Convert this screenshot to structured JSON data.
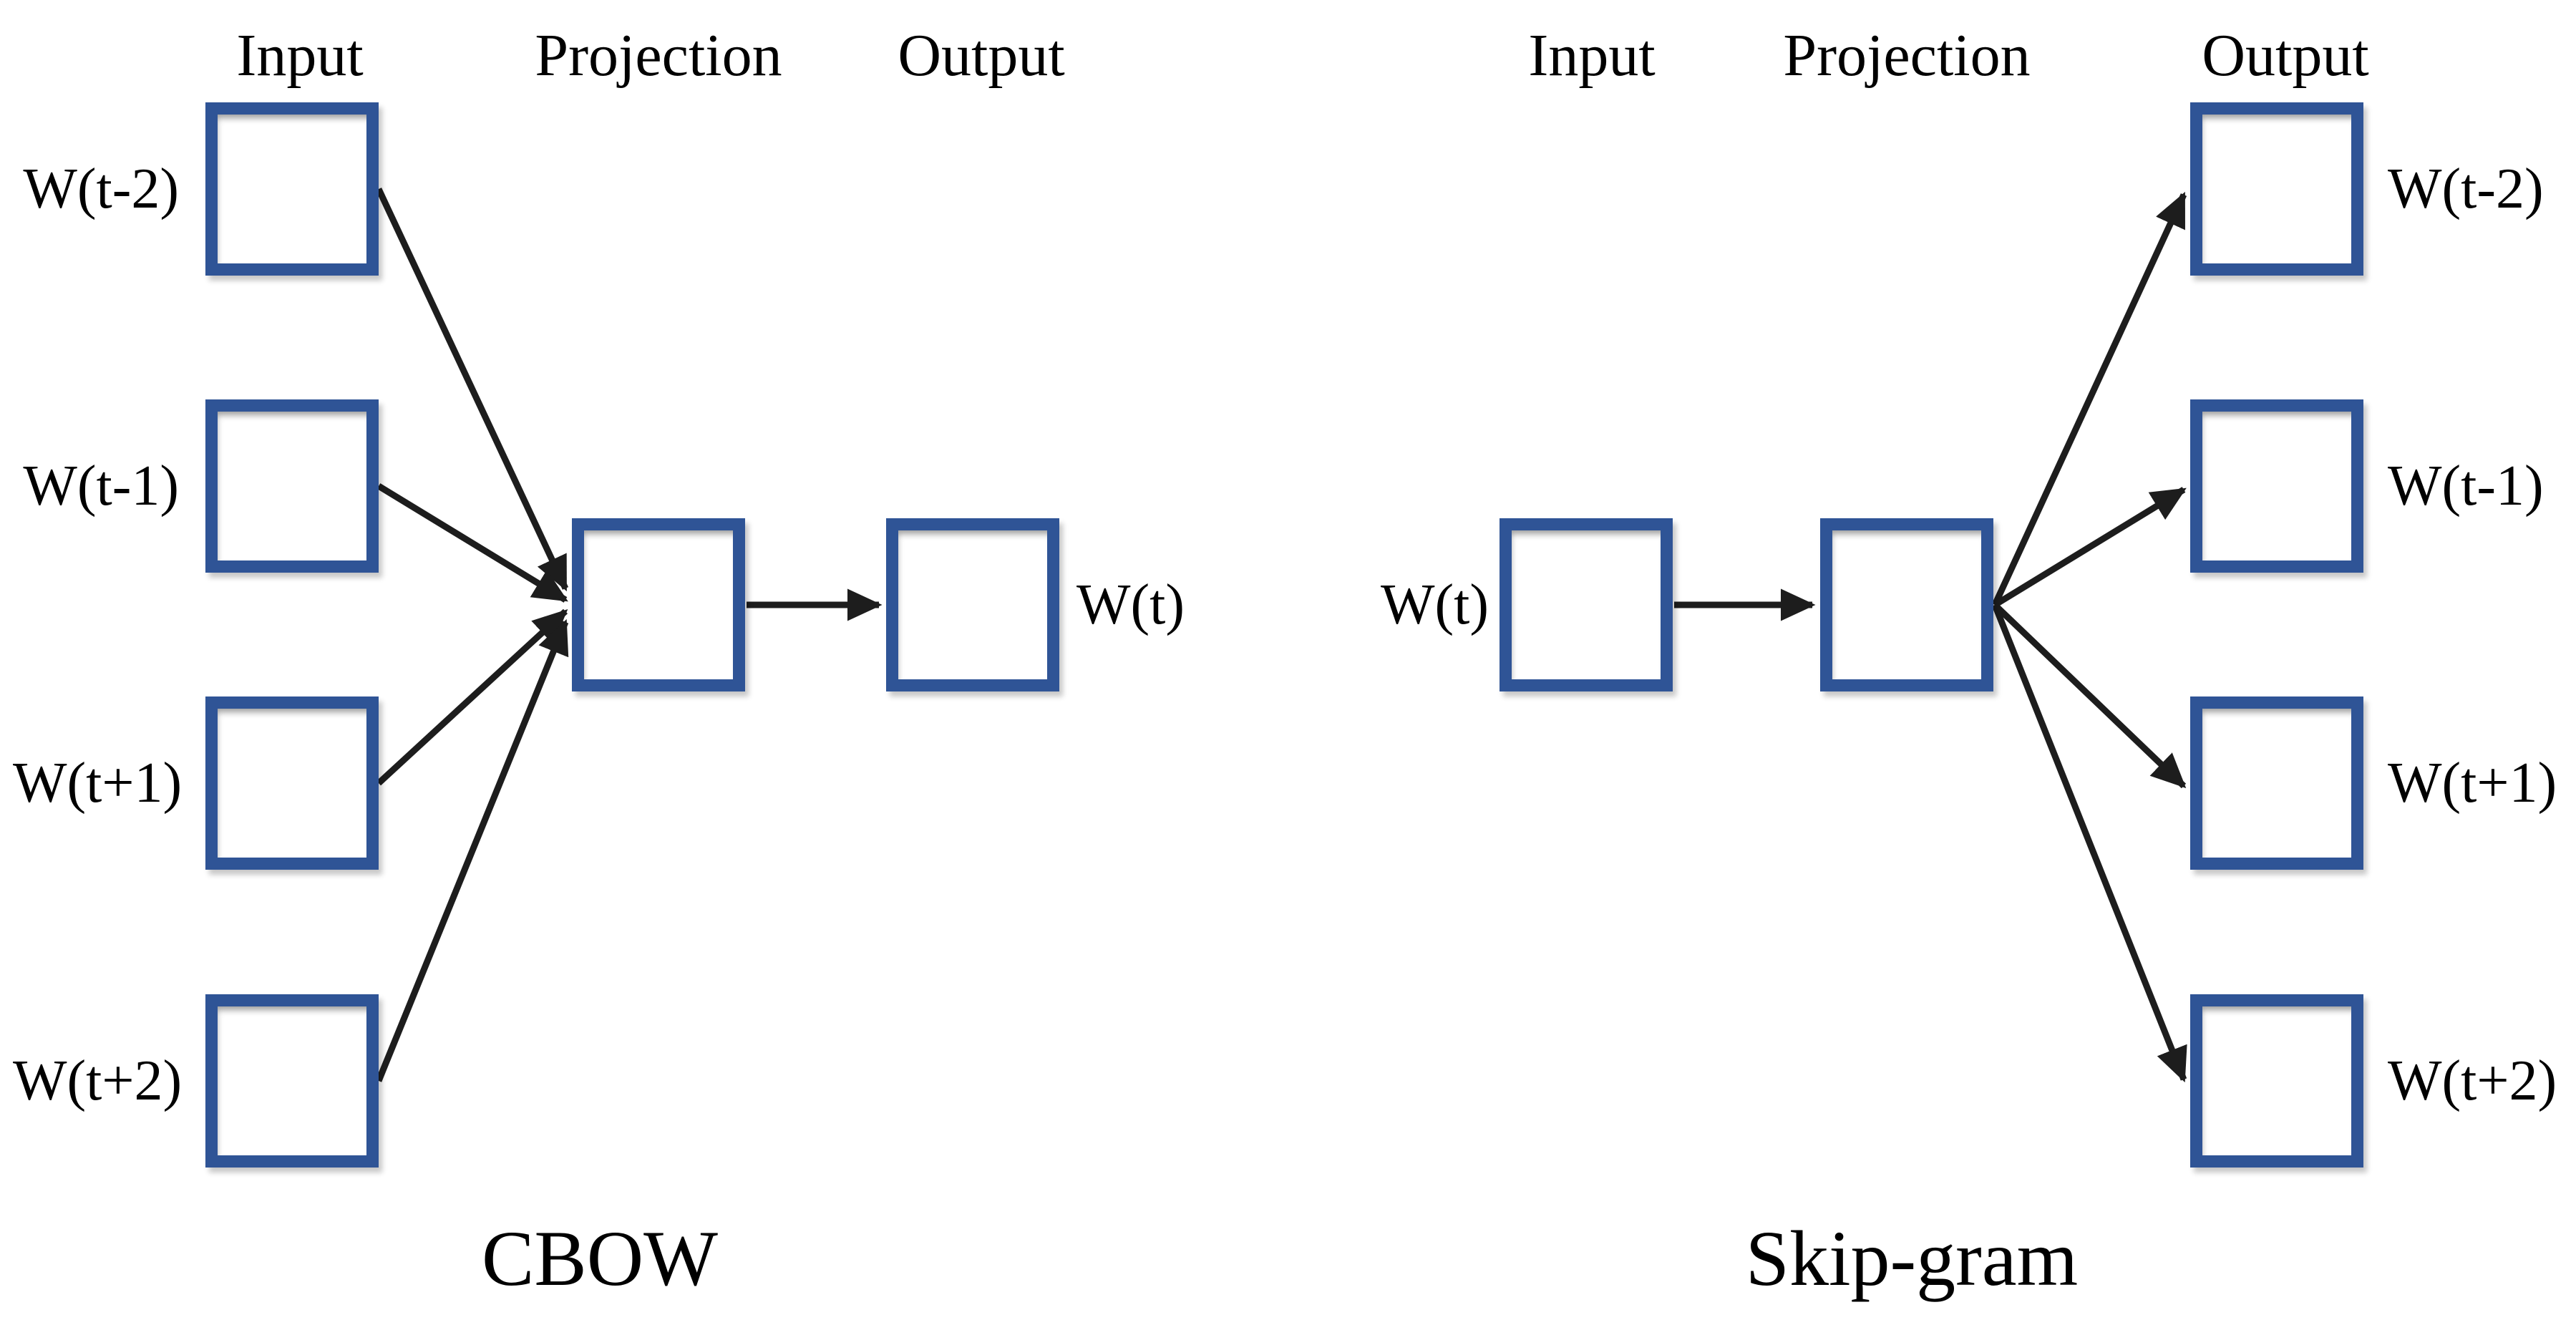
{
  "diagram": {
    "description": "word2vec architectures",
    "colors": {
      "box_border": "#2F5496",
      "box_fill": "#ffffff",
      "arrow": "#1d1d1d",
      "text": "#000000",
      "background": "#ffffff"
    },
    "cbow": {
      "title": "CBOW",
      "headers": [
        "Input",
        "Projection",
        "Output"
      ],
      "input_labels": [
        "W(t-2)",
        "W(t-1)",
        "W(t+1)",
        "W(t+2)"
      ],
      "output_label": "W(t)",
      "edges": [
        "W(t-2) -> projection",
        "W(t-1) -> projection",
        "W(t+1) -> projection",
        "W(t+2) -> projection",
        "projection -> W(t)"
      ]
    },
    "skipgram": {
      "title": "Skip-gram",
      "headers": [
        "Input",
        "Projection",
        "Output"
      ],
      "input_label": "W(t)",
      "output_labels": [
        "W(t-2)",
        "W(t-1)",
        "W(t+1)",
        "W(t+2)"
      ],
      "edges": [
        "W(t) -> projection",
        "projection -> W(t-2)",
        "projection -> W(t-1)",
        "projection -> W(t+1)",
        "projection -> W(t+2)"
      ]
    }
  }
}
